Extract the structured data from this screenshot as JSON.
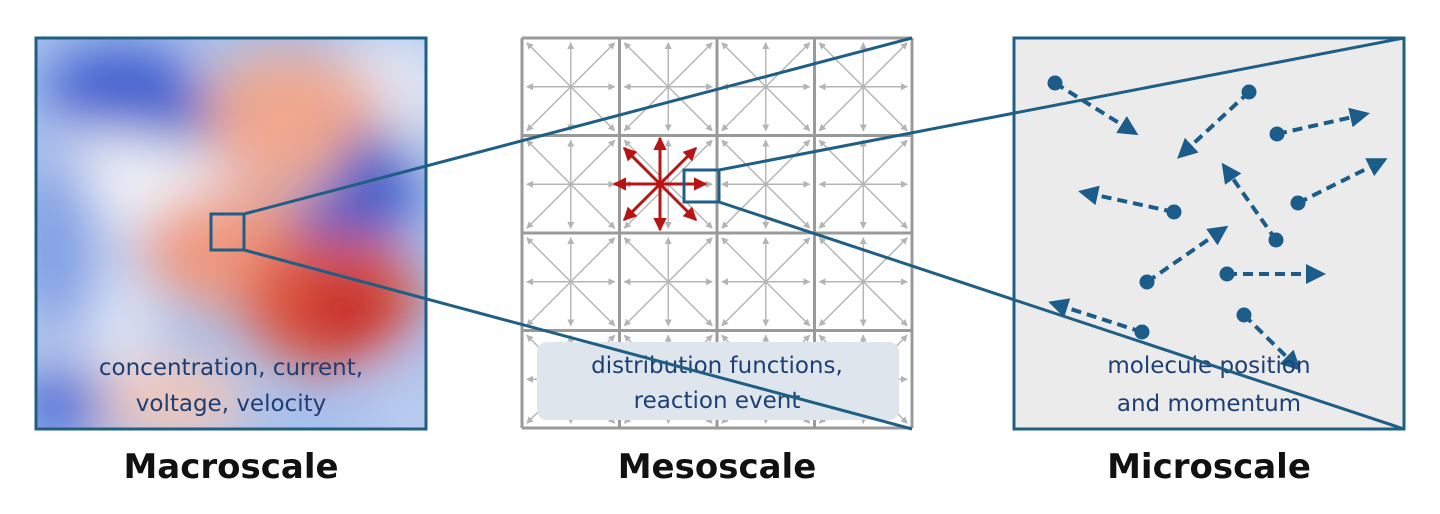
{
  "panels": {
    "macro": {
      "label": "Macroscale",
      "caption_lines": [
        "concentration, current,",
        "voltage, velocity"
      ]
    },
    "meso": {
      "label": "Mesoscale",
      "caption_lines": [
        "distribution functions,",
        "reaction event"
      ]
    },
    "micro": {
      "label": "Microscale",
      "caption_lines": [
        "molecule position",
        "and momentum"
      ]
    }
  },
  "colors": {
    "frame": "#1f5f86",
    "grid": "#9a9a9a",
    "lattice_arrow": "#b4b4b4",
    "reaction": "#b81414",
    "molecule": "#1b5c8a",
    "caption_text": "#1d3f73",
    "meso_caption_bg": "#dfe5ec",
    "micro_bg": "#ebebeb"
  }
}
